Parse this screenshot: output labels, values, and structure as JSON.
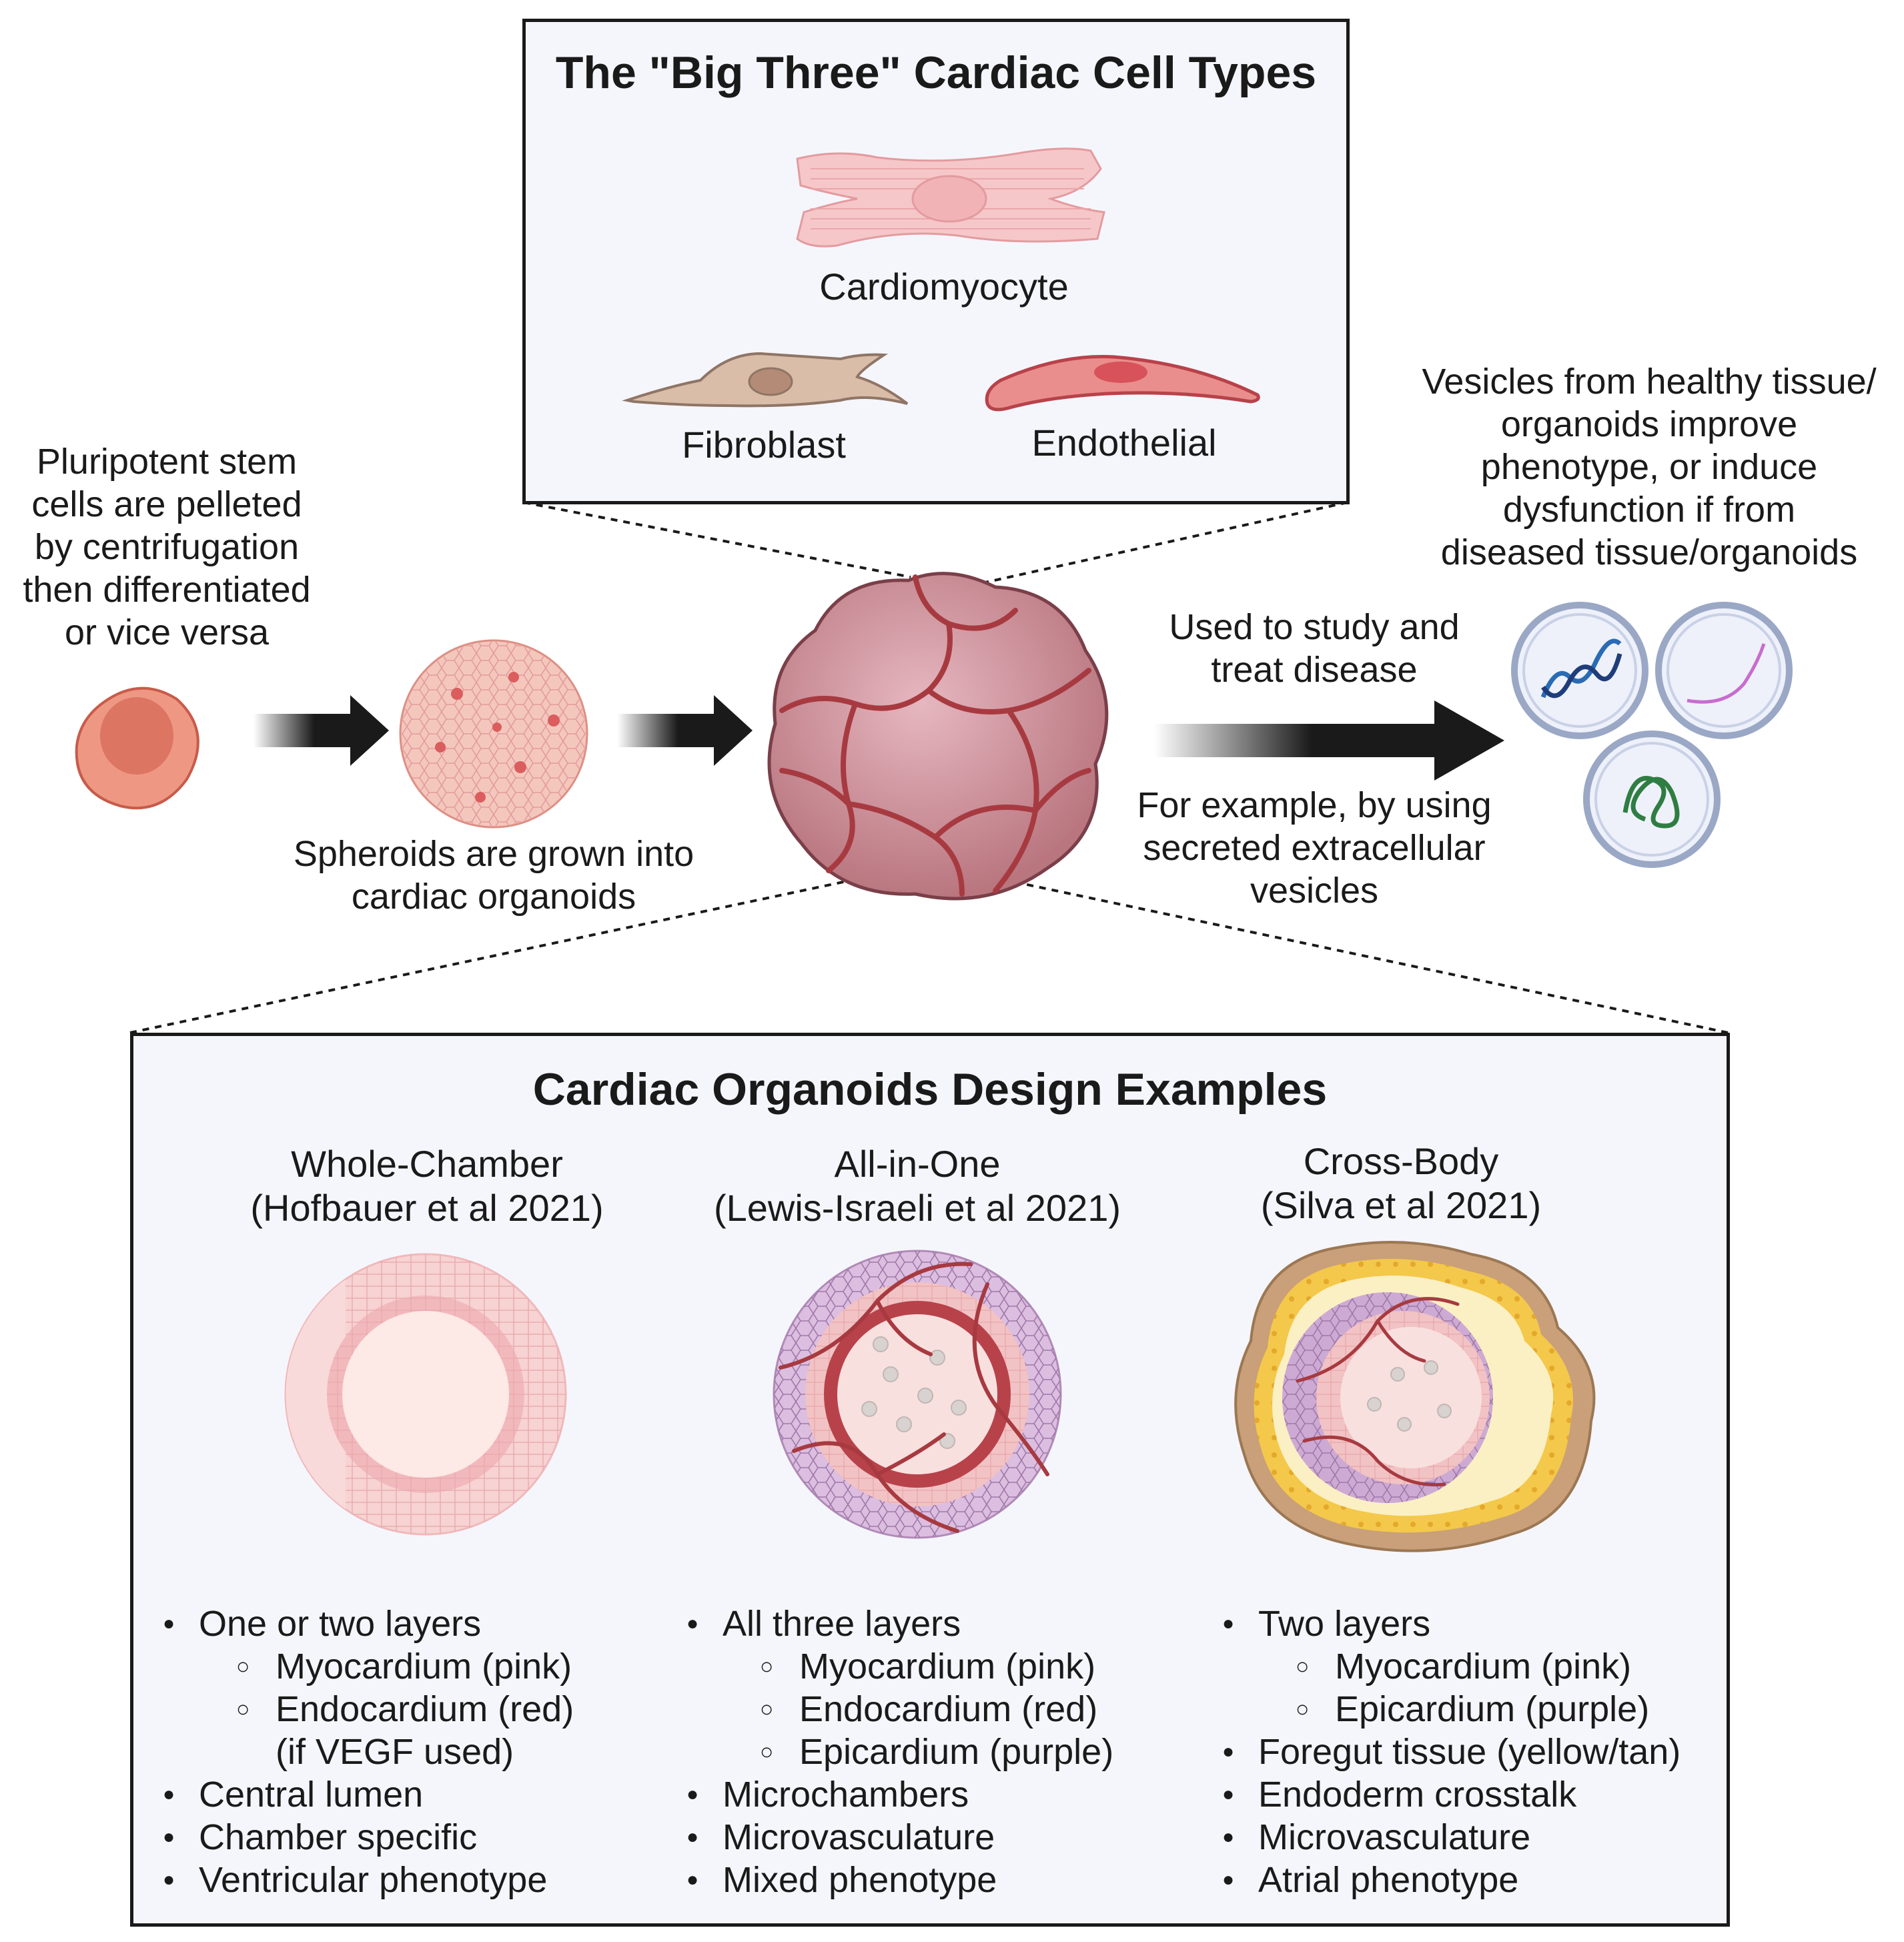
{
  "big_three": {
    "title": "The \"Big Three\" Cardiac Cell Types",
    "cardiomyocyte": "Cardiomyocyte",
    "fibroblast": "Fibroblast",
    "endothelial": "Endothelial"
  },
  "process": {
    "stem_cells": [
      "Pluripotent stem",
      "cells are pelleted",
      "by centrifugation",
      "then differentiated",
      "or vice versa"
    ],
    "spheroids": [
      "Spheroids are grown into",
      "cardiac organoids"
    ],
    "used_to_study": [
      "Used to study and",
      "treat disease"
    ],
    "for_example": [
      "For example, by using",
      "secreted extracellular",
      "vesicles"
    ],
    "vesicles": [
      "Vesicles from healthy tissue/",
      "organoids improve",
      "phenotype, or induce",
      "dysfunction if from",
      "diseased tissue/organoids"
    ]
  },
  "design": {
    "title": "Cardiac Organoids Design Examples",
    "columns": [
      {
        "name": "Whole-Chamber",
        "citation": "(Hofbauer et al 2021)",
        "bullets": [
          {
            "text": "One or two layers",
            "sub": [
              "Myocardium (pink)",
              "Endocardium (red)"
            ],
            "cont": "(if VEGF used)"
          },
          {
            "text": "Central lumen"
          },
          {
            "text": "Chamber specific"
          },
          {
            "text": "Ventricular phenotype"
          }
        ]
      },
      {
        "name": "All-in-One",
        "citation": "(Lewis-Israeli et al 2021)",
        "bullets": [
          {
            "text": "All three layers",
            "sub": [
              "Myocardium (pink)",
              "Endocardium (red)",
              "Epicardium (purple)"
            ]
          },
          {
            "text": "Microchambers"
          },
          {
            "text": "Microvasculature"
          },
          {
            "text": "Mixed phenotype"
          }
        ]
      },
      {
        "name": "Cross-Body",
        "citation": "(Silva et al 2021)",
        "bullets": [
          {
            "text": "Two layers",
            "sub": [
              "Myocardium (pink)",
              "Epicardium (purple)"
            ]
          },
          {
            "text": "Foregut tissue (yellow/tan)"
          },
          {
            "text": "Endoderm crosstalk"
          },
          {
            "text": "Microvasculature"
          },
          {
            "text": "Atrial phenotype"
          }
        ]
      }
    ]
  },
  "colors": {
    "myocardium_pink": "#f5c9c9",
    "endocardium_red": "#b8424a",
    "epicardium_purple": "#c9a6cf",
    "foregut_yellow": "#f4c84a",
    "foregut_tan": "#c9a079",
    "box_fill": "#f5f6fc"
  }
}
